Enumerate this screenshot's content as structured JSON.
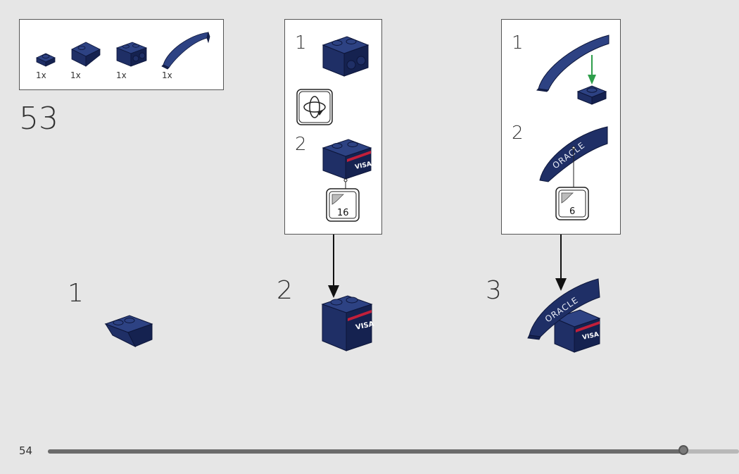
{
  "parts_list": {
    "items": [
      {
        "name": "plate-1x1",
        "qty": "1x"
      },
      {
        "name": "inverted-slope-2x1",
        "qty": "1x"
      },
      {
        "name": "brick-1x2-studs-side",
        "qty": "1x"
      },
      {
        "name": "curved-slope-4x1",
        "qty": "1x"
      }
    ]
  },
  "step_number": "53",
  "subassembly_a": {
    "step1": "1",
    "step2": "2",
    "sticker_number": "16",
    "decal_text": "VISA"
  },
  "subassembly_b": {
    "step1": "1",
    "step2": "2",
    "sticker_number": "6",
    "decal_text": "ORACLE"
  },
  "main_steps": {
    "step1": "1",
    "step2": "2",
    "step3": "3"
  },
  "footer": {
    "page_number": "54",
    "progress": 0.92
  },
  "colors": {
    "brick_blue": "#1f2f66",
    "brick_dark": "#152250",
    "brick_light": "#2d4283",
    "arrow_green": "#2e9e4b",
    "progress_track": "#6b6b6b",
    "progress_rest": "#b8b8b8"
  }
}
